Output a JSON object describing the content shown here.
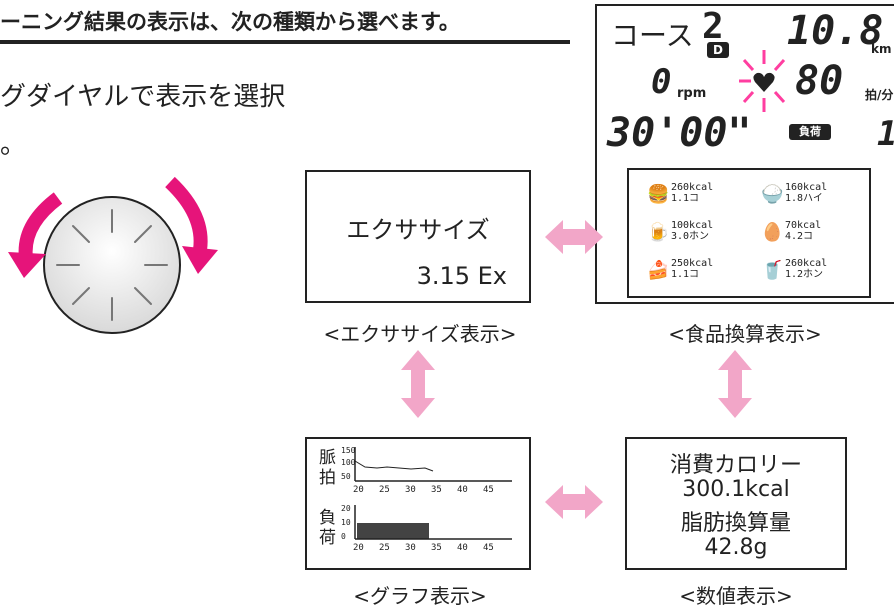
{
  "heading": "ーニング結果の表示は、次の種類から選べます。",
  "instruction": {
    "line1": "グダイヤルで表示を選択",
    "line2": "。"
  },
  "exercise_panel": {
    "label": "エクササイズ",
    "value": "3.15 Ex",
    "caption": "<エクササイズ表示>"
  },
  "graph_panel": {
    "caption": "<グラフ表示>",
    "pulse_label": [
      "脈",
      "拍"
    ],
    "load_label": [
      "負",
      "荷"
    ],
    "pulse_y_ticks": [
      "150",
      "100",
      "50"
    ],
    "load_y_ticks": [
      "20",
      "10",
      "0"
    ],
    "x_ticks": [
      "20",
      "25",
      "30",
      "35",
      "40",
      "45"
    ]
  },
  "numeric_panel": {
    "line1": "消費カロリー",
    "line2": "300.1kcal",
    "line3": "脂肪換算量",
    "line4": "42.8g",
    "caption": "<数値表示>"
  },
  "food_panel": {
    "caption": "<食品換算表示>",
    "items": [
      {
        "icon": "hamburger-icon",
        "kcal": "260kcal",
        "amount": "1.1コ"
      },
      {
        "icon": "rice-bowl-icon",
        "kcal": "160kcal",
        "amount": "1.8ハイ"
      },
      {
        "icon": "beer-icon",
        "kcal": "100kcal",
        "amount": "3.0ホン"
      },
      {
        "icon": "egg-icon",
        "kcal": "70kcal",
        "amount": "4.2コ"
      },
      {
        "icon": "cake-icon",
        "kcal": "250kcal",
        "amount": "1.1コ"
      },
      {
        "icon": "soda-icon",
        "kcal": "260kcal",
        "amount": "1.2ホン"
      }
    ]
  },
  "device": {
    "course_label": "コース",
    "course_num": "2",
    "mode_badge": "D",
    "distance": "10.8",
    "distance_unit": "km",
    "rpm_value": "0",
    "rpm_unit": "rpm",
    "pulse_value": "80",
    "pulse_unit": "拍/分",
    "time": "30'00\"",
    "load_badge": "負荷",
    "load_value": "1"
  },
  "colors": {
    "arrow_pink": "#f2a6c8",
    "dial_arrow_magenta": "#e6147a",
    "heart": "#222222"
  }
}
